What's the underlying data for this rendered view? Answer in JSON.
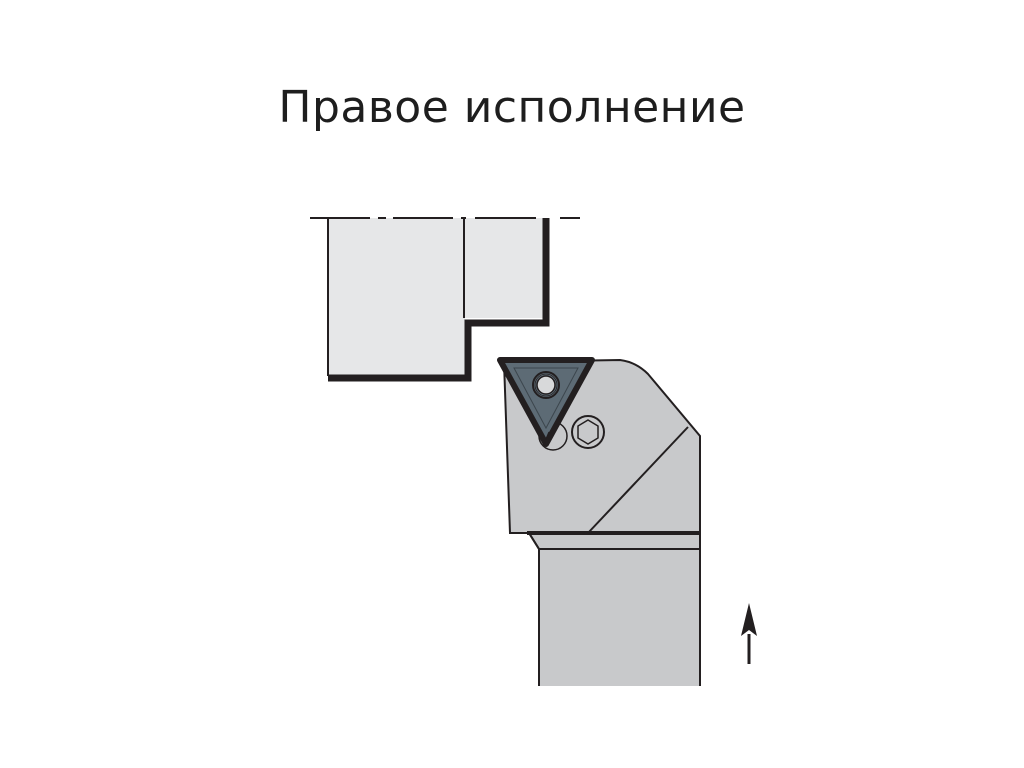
{
  "title": "Правое исполнение",
  "diagram": {
    "description": "Right-hand turning tool holder with triangular insert approaching workpiece; feed direction arrow pointing up",
    "colors": {
      "workpiece_fill": "#e6e7e8",
      "holder_fill": "#c8c9cb",
      "insert_fill": "#5d6b75",
      "outline": "#231f20"
    },
    "elements": [
      {
        "name": "workpiece",
        "type": "stepped-profile"
      },
      {
        "name": "centerline",
        "type": "dash-dot-line"
      },
      {
        "name": "tool-holder-head",
        "type": "polygon"
      },
      {
        "name": "tool-shank",
        "type": "rectangle"
      },
      {
        "name": "triangular-insert",
        "type": "triangle"
      },
      {
        "name": "insert-screw",
        "type": "circle"
      },
      {
        "name": "clamp-screw",
        "type": "hex-circle"
      },
      {
        "name": "feed-arrow",
        "type": "arrow",
        "direction": "up"
      }
    ]
  }
}
